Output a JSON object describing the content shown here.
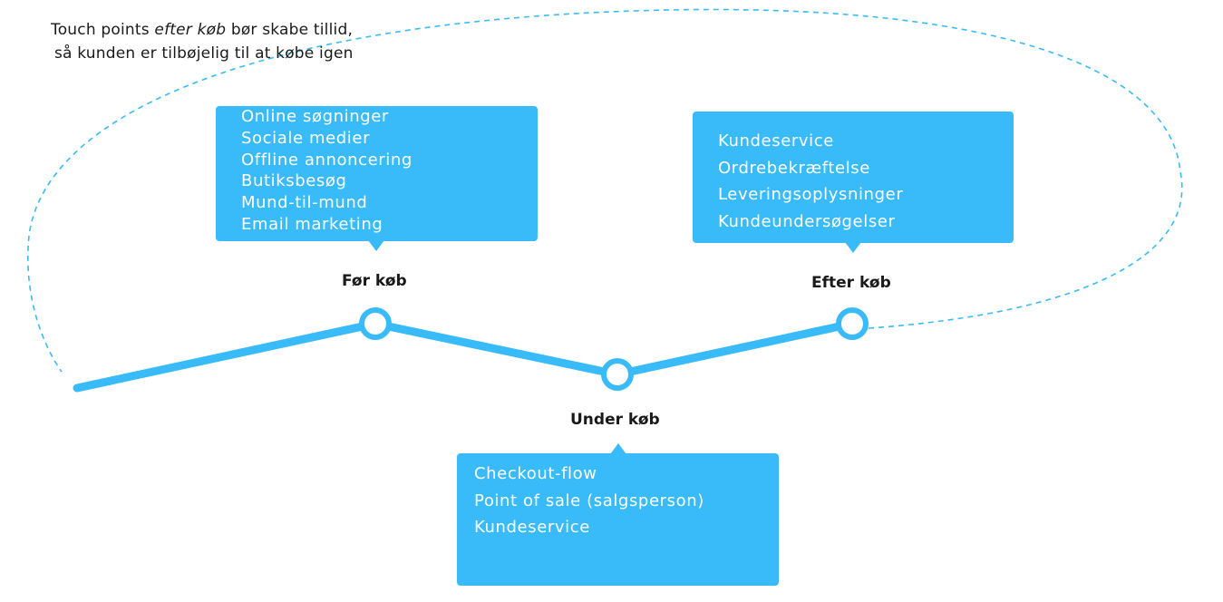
{
  "caption": {
    "line1_before": "Touch points ",
    "line1_emphasis": "efter køb",
    "line1_after": " bør skabe tillid,",
    "line2": "så kunden er tilbøjelig til at købe igen"
  },
  "stages": [
    {
      "label": "Før køb",
      "items": [
        "Online søgninger",
        "Sociale medier",
        "Offline annoncering",
        "Butiksbesøg",
        "Mund-til-mund",
        "Email marketing"
      ]
    },
    {
      "label": "Under køb",
      "items": [
        "Checkout-flow",
        "Point of sale (salgsperson)",
        "Kundeservice"
      ]
    },
    {
      "label": "Efter køb",
      "items": [
        "Kundeservice",
        "Ordrebekræftelse",
        "Leveringsoplysninger",
        "Kundeundersøgelser"
      ]
    }
  ],
  "colors": {
    "accent": "#38bbf8",
    "text": "#1a1a1a",
    "box_text": "#ffffff"
  }
}
